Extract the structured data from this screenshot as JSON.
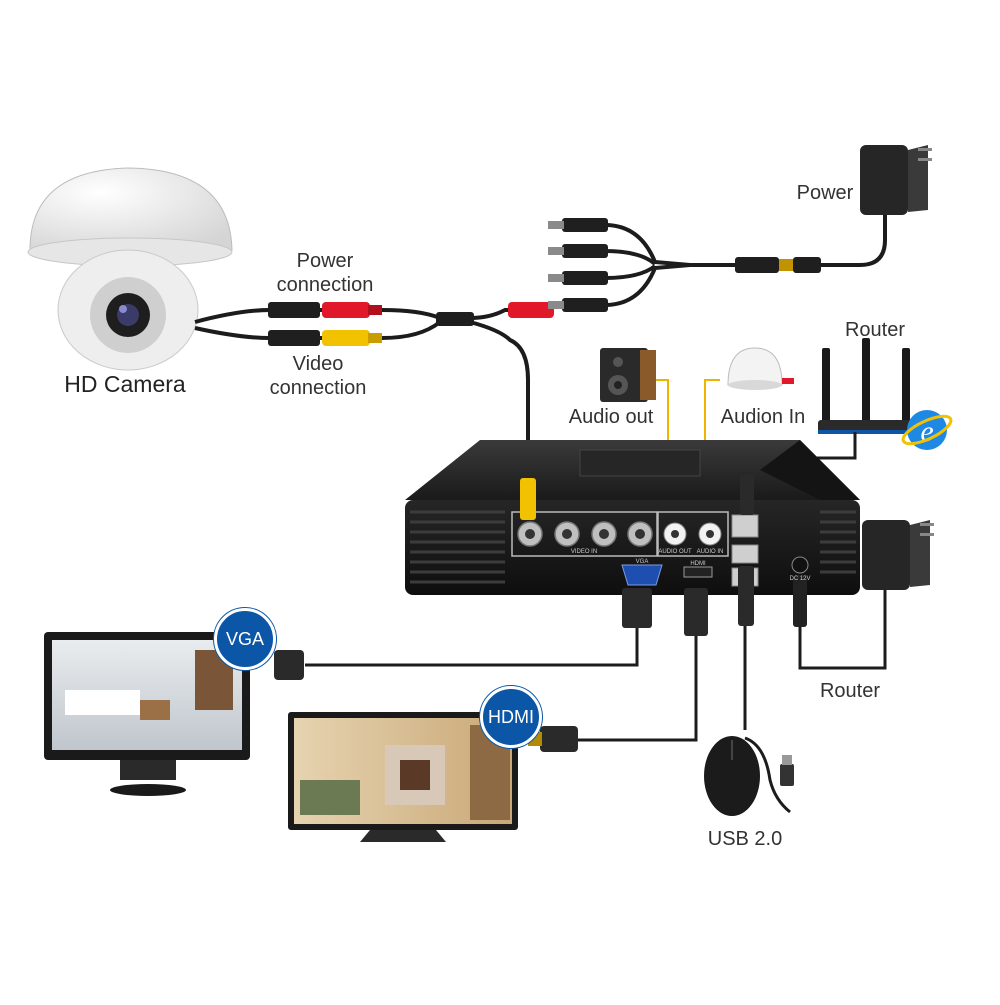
{
  "labels": {
    "hd_camera": "HD Camera",
    "power_connection_1": "Power",
    "power_connection_2": "connection",
    "video_connection_1": "Video",
    "video_connection_2": "connection",
    "power_adapter": "Power",
    "router_top": "Router",
    "audio_out": "Audio out",
    "audio_in": "Audion In",
    "router_bottom": "Router",
    "usb": "USB 2.0"
  },
  "badges": {
    "vga": "VGA",
    "hdmi": "HDMI"
  },
  "dvr_panel_text": {
    "video_in": "VIDEO IN",
    "audio_out": "AUDIO OUT",
    "audio_in": "AUDIO IN",
    "vga": "VGA",
    "hdmi": "HDMI",
    "dc": "DC 12V"
  },
  "colors": {
    "badge_blue": "#0b56a7",
    "cable_black": "#1c1c1c",
    "rca_red": "#e0182a",
    "rca_yellow": "#f2c200",
    "connector_line": "#f0b400"
  }
}
